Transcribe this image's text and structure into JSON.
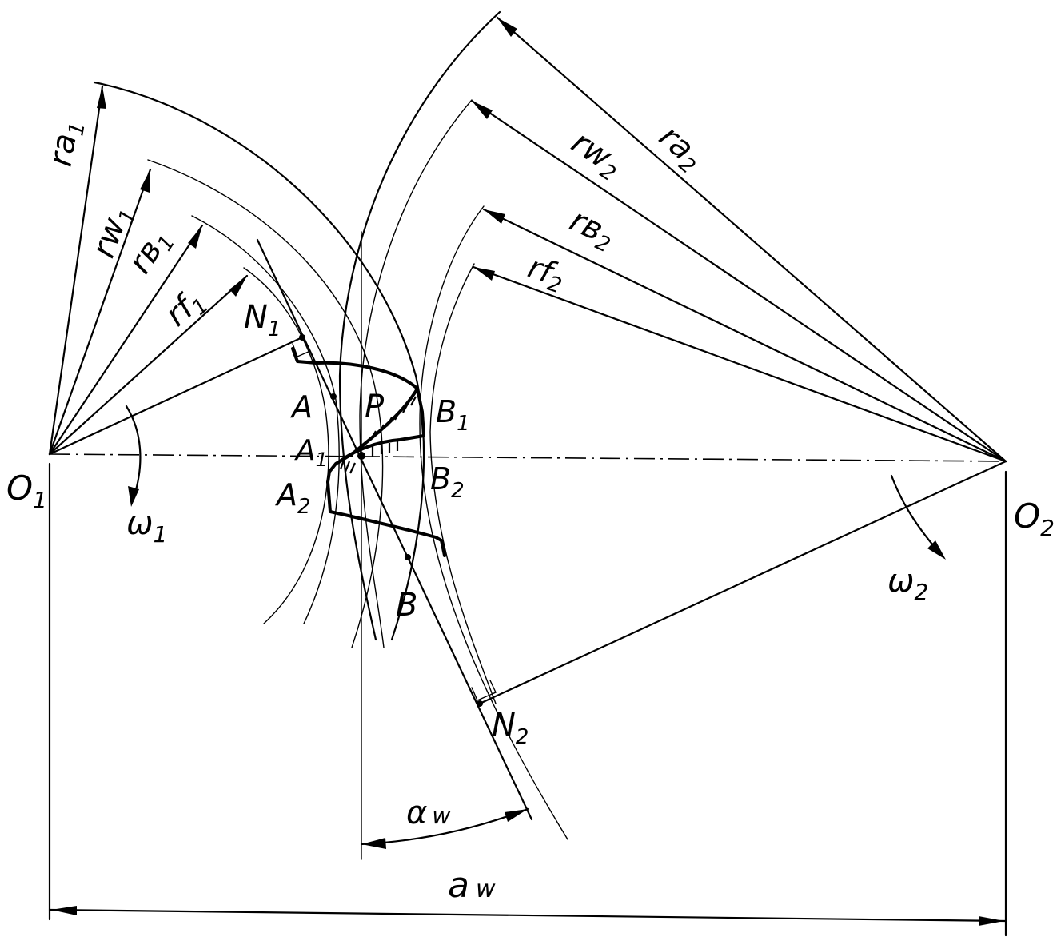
{
  "labels": {
    "O1": {
      "main": "O",
      "sub": "1"
    },
    "O2": {
      "main": "O",
      "sub": "2"
    },
    "omega1": {
      "main": "ω",
      "sub": "1"
    },
    "omega2": {
      "main": "ω",
      "sub": "2"
    },
    "ra1": {
      "main": "ra",
      "sub": "1"
    },
    "rw1": {
      "main": "rw",
      "sub": "1"
    },
    "rb1": {
      "main": "rв",
      "sub": "1"
    },
    "rf1": {
      "main": "rf",
      "sub": "1"
    },
    "ra2": {
      "main": "ra",
      "sub": "2"
    },
    "rw2": {
      "main": "rw",
      "sub": "2"
    },
    "rb2": {
      "main": "rв",
      "sub": "2"
    },
    "rf2": {
      "main": "rf",
      "sub": "2"
    },
    "N1": {
      "main": "N",
      "sub": "1"
    },
    "N2": {
      "main": "N",
      "sub": "2"
    },
    "A": {
      "main": "A",
      "sub": ""
    },
    "A1": {
      "main": "A",
      "sub": "1"
    },
    "A2": {
      "main": "A",
      "sub": "2"
    },
    "B": {
      "main": "B",
      "sub": ""
    },
    "B1": {
      "main": "B",
      "sub": "1"
    },
    "B2": {
      "main": "B",
      "sub": "2"
    },
    "P": {
      "main": "P",
      "sub": ""
    },
    "alpha_w": {
      "main": "α",
      "sub": "w"
    },
    "a_w": {
      "main": "a",
      "sub": "w"
    }
  }
}
